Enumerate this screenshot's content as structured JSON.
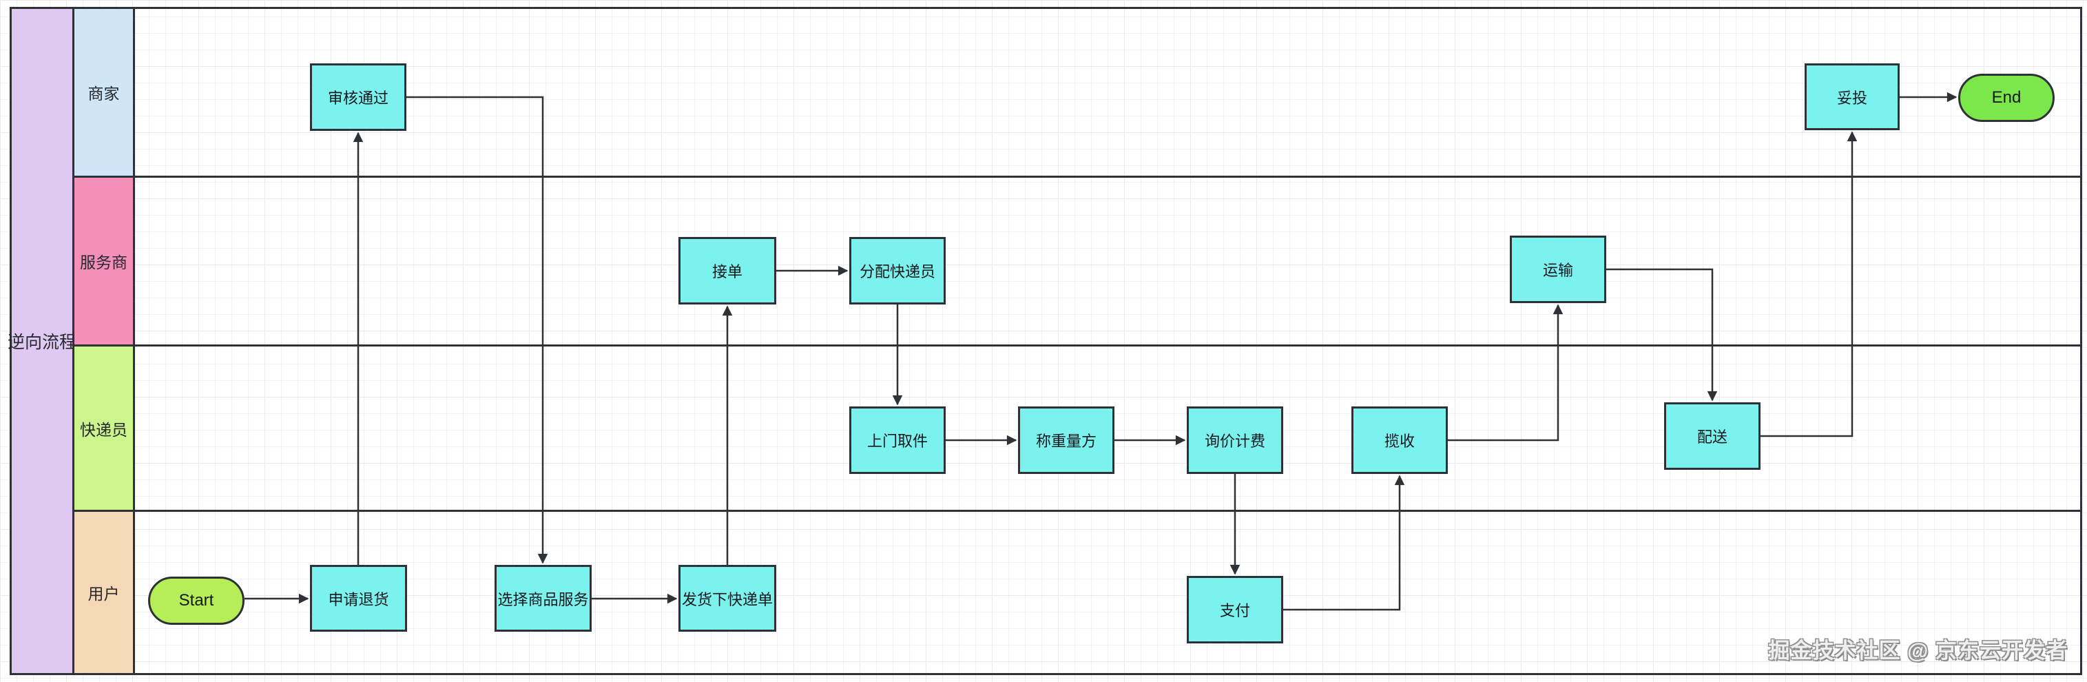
{
  "diagram": {
    "pool_title": "逆向流程",
    "lanes": [
      {
        "id": "merchant",
        "label": "商家",
        "fill": "#cfe6f9"
      },
      {
        "id": "provider",
        "label": "服务商",
        "fill": "#f48fb9"
      },
      {
        "id": "courier",
        "label": "快递员",
        "fill": "#cdf58d"
      },
      {
        "id": "user",
        "label": "用户",
        "fill": "#f5d9b6"
      }
    ],
    "nodes": [
      {
        "id": "start",
        "label": "Start",
        "type": "terminal-start",
        "lane": "user"
      },
      {
        "id": "apply_return",
        "label": "申请退货",
        "type": "task",
        "lane": "user"
      },
      {
        "id": "review_pass",
        "label": "审核通过",
        "type": "task",
        "lane": "merchant"
      },
      {
        "id": "select_service",
        "label": "选择商品服务",
        "type": "task",
        "lane": "user"
      },
      {
        "id": "ship_order",
        "label": "发货下快递单",
        "type": "task",
        "lane": "user"
      },
      {
        "id": "accept_order",
        "label": "接单",
        "type": "task",
        "lane": "provider"
      },
      {
        "id": "assign_courier",
        "label": "分配快递员",
        "type": "task",
        "lane": "provider"
      },
      {
        "id": "pickup",
        "label": "上门取件",
        "type": "task",
        "lane": "courier"
      },
      {
        "id": "weigh",
        "label": "称重量方",
        "type": "task",
        "lane": "courier"
      },
      {
        "id": "quote",
        "label": "询价计费",
        "type": "task",
        "lane": "courier"
      },
      {
        "id": "pay",
        "label": "支付",
        "type": "task",
        "lane": "user"
      },
      {
        "id": "collect",
        "label": "揽收",
        "type": "task",
        "lane": "courier"
      },
      {
        "id": "transport",
        "label": "运输",
        "type": "task",
        "lane": "provider"
      },
      {
        "id": "deliver",
        "label": "配送",
        "type": "task",
        "lane": "courier"
      },
      {
        "id": "delivered",
        "label": "妥投",
        "type": "task",
        "lane": "merchant"
      },
      {
        "id": "end",
        "label": "End",
        "type": "terminal-end",
        "lane": "merchant"
      }
    ],
    "edges": [
      {
        "from": "start",
        "to": "apply_return"
      },
      {
        "from": "apply_return",
        "to": "review_pass"
      },
      {
        "from": "review_pass",
        "to": "select_service"
      },
      {
        "from": "select_service",
        "to": "ship_order"
      },
      {
        "from": "ship_order",
        "to": "accept_order"
      },
      {
        "from": "accept_order",
        "to": "assign_courier"
      },
      {
        "from": "assign_courier",
        "to": "pickup"
      },
      {
        "from": "pickup",
        "to": "weigh"
      },
      {
        "from": "weigh",
        "to": "quote"
      },
      {
        "from": "quote",
        "to": "pay"
      },
      {
        "from": "pay",
        "to": "collect"
      },
      {
        "from": "collect",
        "to": "transport"
      },
      {
        "from": "transport",
        "to": "deliver"
      },
      {
        "from": "deliver",
        "to": "delivered"
      },
      {
        "from": "delivered",
        "to": "end"
      }
    ],
    "colors": {
      "pool_title_fill": "#dfc9f3",
      "task_fill": "#7cf2ef",
      "start_fill": "#b5ee58",
      "end_fill": "#7ce74a",
      "border": "#2e3236"
    }
  },
  "watermark": "掘金技术社区 @ 京东云开发者"
}
